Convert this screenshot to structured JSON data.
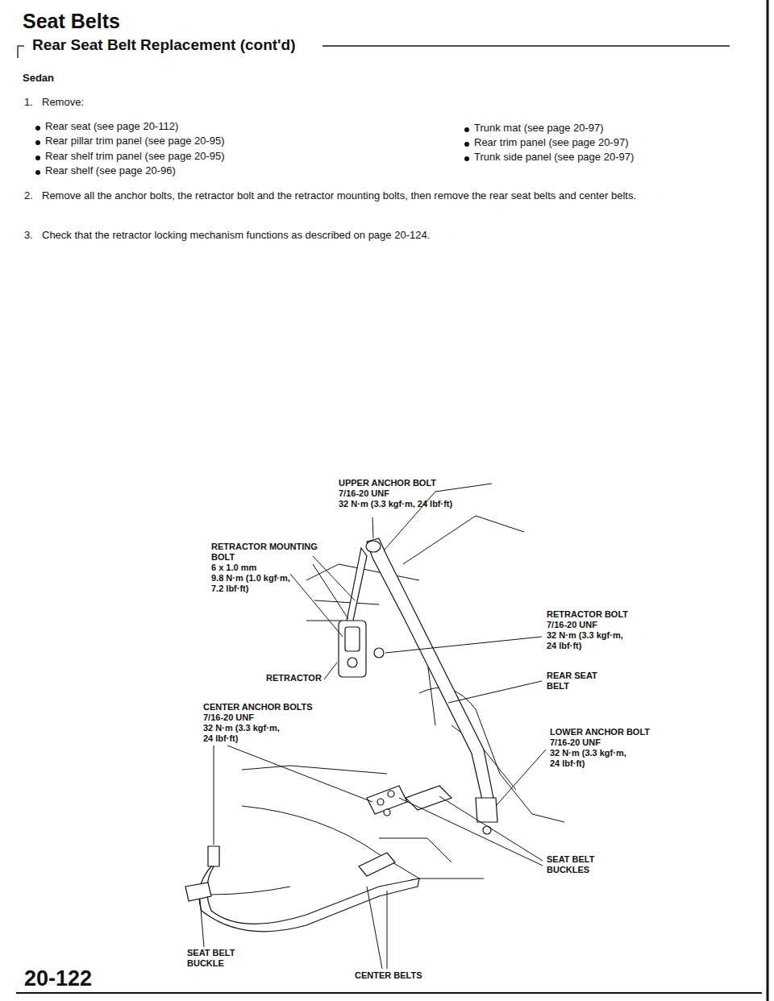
{
  "diagram": {
    "title": "Seat Belts",
    "labels": [
      "Rear Seat Belt Replacement (cont'd)",
      "Sedan",
      "1.",
      "Remove:",
      "Rear seat (see page 20-112)",
      "Rear pillar trim panel (see page 20-95)",
      "Rear shelf trim panel (see page 20-95)",
      "Rear shelf (see page 20-96)",
      "Trunk mat (see page 20-97)",
      "Rear trim panel (see page 20-97)",
      "Trunk side panel (see page 20-97)",
      "2.",
      "Remove all the anchor bolts, the retractor bolt and the retractor mounting bolts, then remove the rear seat belts and center belts.",
      "3.",
      "Check that the retractor locking mechanism functions as described on page 20-124.",
      "UPPER ANCHOR BOLT",
      "7/16-20 UNF",
      "32 N·m (3.3 kgf·m, 24 lbf·ft)",
      "RETRACTOR MOUNTING",
      "BOLT",
      "6 x 1.0 mm",
      "9.8 N·m (1.0 kgf·m,",
      "7.2 lbf·ft)",
      "RETRACTOR BOLT",
      "7/16-20 UNF",
      "32 N·m (3.3 kgf·m,",
      "24 lbf·ft)",
      "RETRACTOR",
      "REAR SEAT",
      "BELT",
      "CENTER ANCHOR BOLTS",
      "7/16-20 UNF",
      "32 N·m (3.3 kgf·m,",
      "24 lbf·ft)",
      "LOWER ANCHOR BOLT",
      "7/16-20 UNF",
      "32 N·m (3.3 kgf·m,",
      "24 lbf·ft)",
      "SEAT BELT",
      "BUCKLES",
      "SEAT BELT",
      "BUCKLE",
      "CENTER BELTS",
      "20-122"
    ]
  }
}
